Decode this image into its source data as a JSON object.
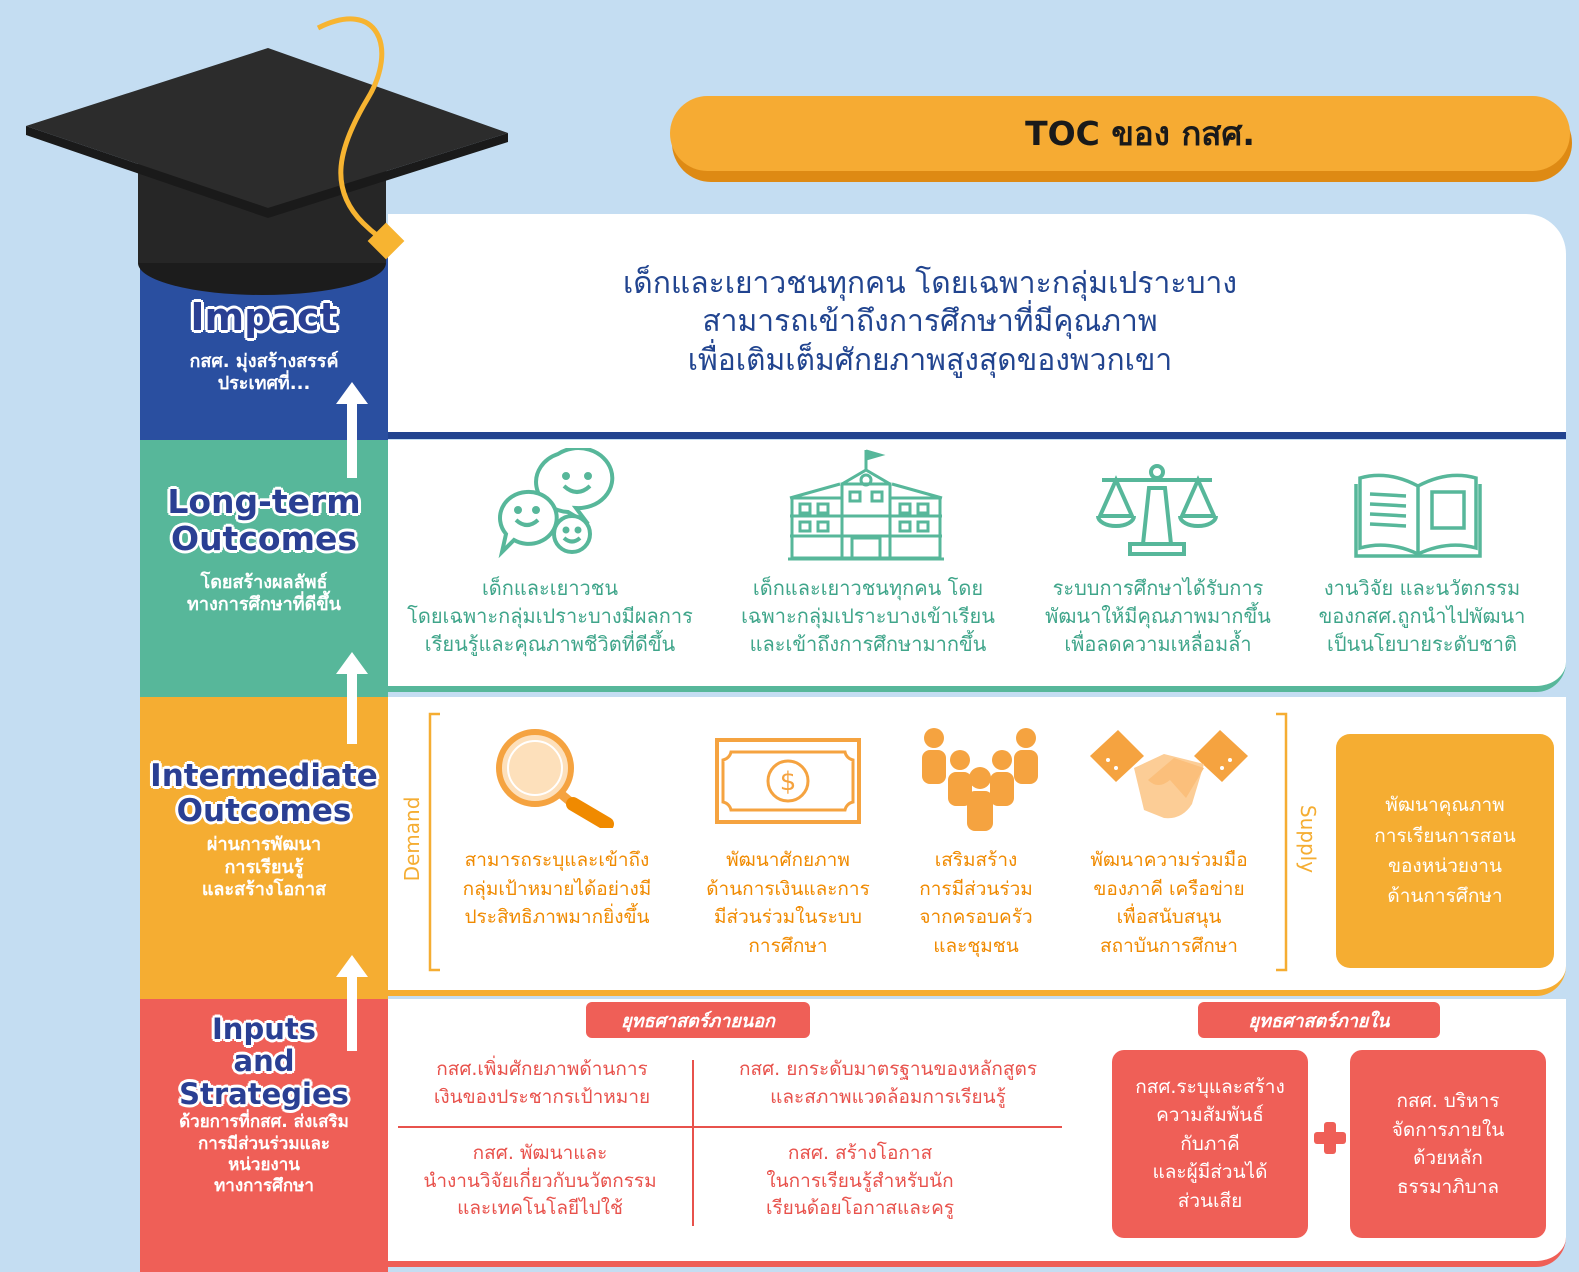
{
  "title": "TOC ของ กสศ.",
  "impact": {
    "label": "Impact",
    "sub1": "กสศ. มุ่งสร้างสรรค์",
    "sub2": "ประเทศที่...",
    "lines": [
      "เด็กและเยาวชนทุกคน โดยเฉพาะกลุ่มเปราะบาง",
      "สามารถเข้าถึงการศึกษาที่มีคุณภาพ",
      "เพื่อเติมเต็มศักยภาพสูงสุดของพวกเขา"
    ]
  },
  "long_term": {
    "label1": "Long-term",
    "label2": "Outcomes",
    "sub1": "โดยสร้างผลลัพธ์",
    "sub2": "ทางการศึกษาที่ดีขึ้น",
    "items": [
      {
        "icon": "smiley-faces-icon",
        "lines": [
          "เด็กและเยาวชน",
          "โดยเฉพาะกลุ่มเปราะบางมีผลการ",
          "เรียนรู้และคุณภาพชีวิตที่ดีขึ้น"
        ]
      },
      {
        "icon": "school-building-icon",
        "lines": [
          "เด็กและเยาวชนทุกคน โดย",
          "เฉพาะกลุ่มเปราะบางเข้าเรียน",
          "และเข้าถึงการศึกษามากขึ้น"
        ]
      },
      {
        "icon": "scales-icon",
        "lines": [
          "ระบบการศึกษาได้รับการ",
          "พัฒนาให้มีคุณภาพมากขึ้น",
          "เพื่อลดความเหลื่อมล้ำ"
        ]
      },
      {
        "icon": "open-book-icon",
        "lines": [
          "งานวิจัย และนวัตกรรม",
          "ของกสศ.ถูกนำไปพัฒนา",
          "เป็นนโยบายระดับชาติ"
        ]
      }
    ]
  },
  "intermediate": {
    "label1": "Intermediate",
    "label2": "Outcomes",
    "sub1": "ผ่านการพัฒนา",
    "sub2": "การเรียนรู้",
    "sub3": "และสร้างโอกาส",
    "demand": "Demand",
    "supply": "Supply",
    "items": [
      {
        "icon": "magnifier-icon",
        "lines": [
          "สามารถระบุและเข้าถึง",
          "กลุ่มเป้าหมายได้อย่างมี",
          "ประสิทธิภาพมากยิ่งขึ้น"
        ]
      },
      {
        "icon": "banknote-icon",
        "lines": [
          "พัฒนาศักยภาพ",
          "ด้านการเงินและการ",
          "มีส่วนร่วมในระบบ",
          "การศึกษา"
        ]
      },
      {
        "icon": "people-group-icon",
        "lines": [
          "เสริมสร้าง",
          "การมีส่วนร่วม",
          "จากครอบครัว",
          "และชุมชน"
        ]
      },
      {
        "icon": "handshake-icon",
        "lines": [
          "พัฒนาความร่วมมือ",
          "ของภาคี เครือข่าย",
          "เพื่อสนับสนุน",
          "สถาบันการศึกษา"
        ]
      }
    ],
    "supply_box": [
      "พัฒนาคุณภาพ",
      "การเรียนการสอน",
      "ของหน่วยงาน",
      "ด้านการศึกษา"
    ]
  },
  "inputs": {
    "label1": "Inputs",
    "label2": "and",
    "label3": "Strategies",
    "sub1": "ด้วยการที่กสศ. ส่งเสริม",
    "sub2": "การมีส่วนร่วมและ",
    "sub3": "หน่วยงาน",
    "sub4": "ทางการศึกษา",
    "external_label": "ยุทธศาสตร์ภายนอก",
    "internal_label": "ยุทธศาสตร์ภายใน",
    "external": [
      [
        "กสศ.เพิ่มศักยภาพด้านการ",
        "เงินของประชากรเป้าหมาย"
      ],
      [
        "กสศ. ยกระดับมาตรฐานของหลักสูตร",
        "และสภาพแวดล้อมการเรียนรู้"
      ],
      [
        "กสศ. พัฒนาและ",
        "นำงานวิจัยเกี่ยวกับนวัตกรรม",
        "และเทคโนโลยีไปใช้"
      ],
      [
        "กสศ. สร้างโอกาส",
        "ในการเรียนรู้สำหรับนัก",
        "เรียนด้อยโอกาสและครู"
      ]
    ],
    "internal": [
      [
        "กสศ.ระบุและสร้าง",
        "ความสัมพันธ์",
        "กับภาคี",
        "และผู้มีส่วนได้",
        "ส่วนเสีย"
      ],
      [
        "กสศ. บริหาร",
        "จัดการภายใน",
        "ด้วยหลัก",
        "ธรรมาภิบาล"
      ]
    ]
  }
}
